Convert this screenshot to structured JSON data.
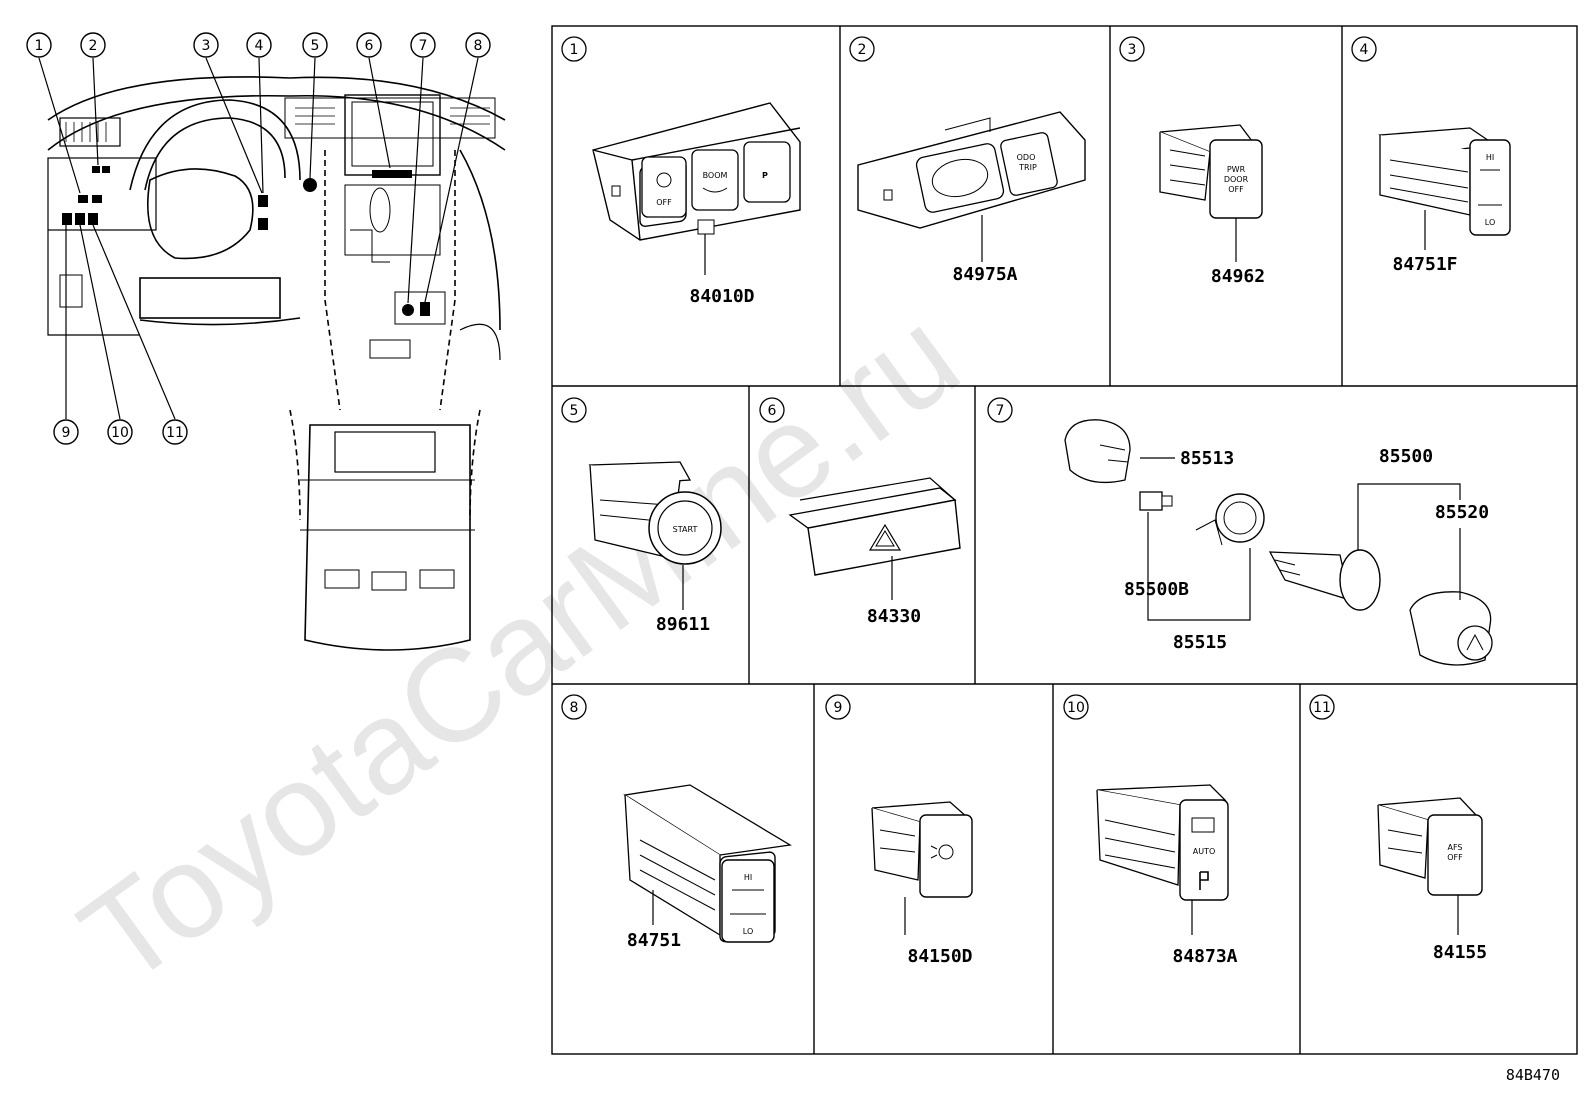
{
  "watermark": "ToyotaCarMine.ru",
  "diagram_code": "84B470",
  "overview_callouts": [
    "1",
    "2",
    "3",
    "4",
    "5",
    "6",
    "7",
    "8",
    "9",
    "10",
    "11"
  ],
  "cells": [
    {
      "num": "1",
      "parts": [
        "84010D"
      ]
    },
    {
      "num": "2",
      "parts": [
        "84975A"
      ]
    },
    {
      "num": "3",
      "parts": [
        "84962"
      ]
    },
    {
      "num": "4",
      "parts": [
        "84751F"
      ]
    },
    {
      "num": "5",
      "parts": [
        "89611"
      ]
    },
    {
      "num": "6",
      "parts": [
        "84330"
      ]
    },
    {
      "num": "7",
      "parts": [
        "85513",
        "85500",
        "85520",
        "85500B",
        "85515"
      ]
    },
    {
      "num": "8",
      "parts": [
        "84751"
      ]
    },
    {
      "num": "9",
      "parts": [
        "84150D"
      ]
    },
    {
      "num": "10",
      "parts": [
        "84873A"
      ]
    },
    {
      "num": "11",
      "parts": [
        "84155"
      ]
    }
  ],
  "switch_labels": {
    "c1_off": "OFF",
    "c1_boom": "BOOM",
    "c1_p": "P",
    "c2_odo": "ODO",
    "c2_trip": "TRIP",
    "c3_line1": "PWR",
    "c3_line2": "DOOR",
    "c3_line3": "OFF",
    "c4_hi": "HI",
    "c4_lo": "LO",
    "c8_hi": "HI",
    "c8_lo": "LO",
    "c10_auto": "AUTO",
    "c11_line1": "AFS",
    "c11_line2": "OFF"
  }
}
